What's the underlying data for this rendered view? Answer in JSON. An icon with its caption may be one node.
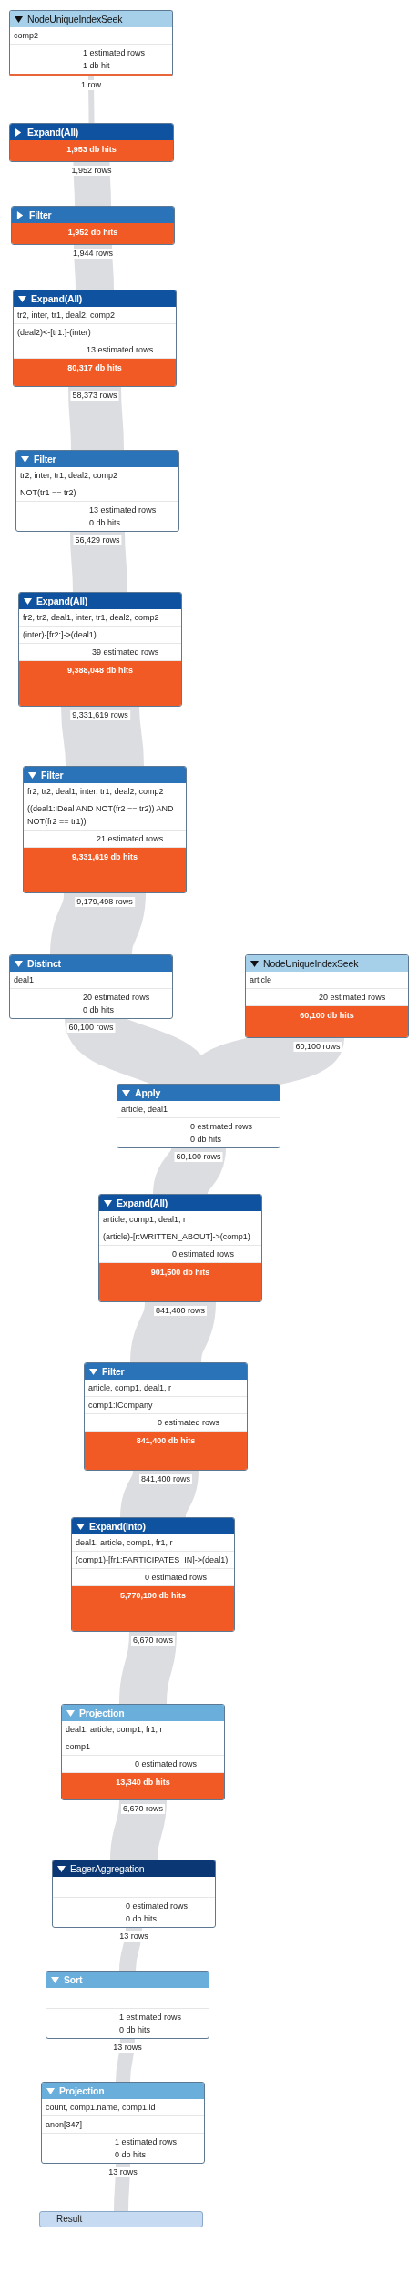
{
  "diagram": {
    "nodes": [
      {
        "text": [
          "NodeUniqueIndexSeek",
          "comp2",
          "1 estimated rows",
          "1 db hit"
        ]
      },
      {
        "text": [
          "Expand(All)",
          "1,953 db hits"
        ]
      },
      {
        "text": [
          "Filter",
          "1,952 db hits"
        ]
      },
      {
        "text": [
          "Expand(All)",
          "tr2, inter, tr1, deal2, comp2",
          "(deal2)<-[tr1:]-(inter)",
          "13 estimated rows",
          "80,317 db hits"
        ]
      },
      {
        "text": [
          "Filter",
          "tr2, inter, tr1, deal2, comp2",
          "NOT(tr1 == tr2)",
          "13 estimated rows",
          "0 db hits"
        ]
      },
      {
        "text": [
          "Expand(All)",
          "fr2, tr2, deal1, inter, tr1, deal2, comp2",
          "(inter)-[fr2:]->(deal1)",
          "39 estimated rows",
          "9,388,048 db hits"
        ]
      },
      {
        "text": [
          "Filter",
          "fr2, tr2, deal1, inter, tr1, deal2, comp2",
          "((deal1:IDeal AND NOT(fr2 == tr2)) AND NOT(fr2 == tr1))",
          "21 estimated rows",
          "9,331,619 db hits"
        ]
      },
      {
        "text": [
          "Distinct",
          "deal1",
          "20 estimated rows",
          "0 db hits"
        ]
      },
      {
        "text": [
          "NodeUniqueIndexSeek",
          "article",
          "20 estimated rows",
          "60,100 db hits"
        ]
      },
      {
        "text": [
          "Apply",
          "article, deal1",
          "0 estimated rows",
          "0 db hits"
        ]
      },
      {
        "text": [
          "Expand(All)",
          "article, comp1, deal1, r",
          "(article)-[r:WRITTEN_ABOUT]->(comp1)",
          "0 estimated rows",
          "901,500 db hits"
        ]
      },
      {
        "text": [
          "Filter",
          "article, comp1, deal1, r",
          "comp1:ICompany",
          "0 estimated rows",
          "841,400 db hits"
        ]
      },
      {
        "text": [
          "Expand(Into)",
          "deal1, article, comp1, fr1, r",
          "(comp1)-[fr1:PARTICIPATES_IN]->(deal1)",
          "0 estimated rows",
          "5,770,100 db hits"
        ]
      },
      {
        "text": [
          "Projection",
          "deal1, article, comp1, fr1, r",
          "comp1",
          "0 estimated rows",
          "13,340 db hits"
        ]
      },
      {
        "text": [
          "EagerAggregation",
          "0 estimated rows",
          "0 db hits"
        ]
      },
      {
        "text": [
          "Sort",
          "1 estimated rows",
          "0 db hits"
        ]
      },
      {
        "text": [
          "Projection",
          "count, comp1.name, comp1.id",
          "anon[347]",
          "1 estimated rows",
          "0 db hits"
        ]
      },
      {
        "text": [
          "Result"
        ]
      }
    ],
    "edges": [
      {
        "from": 0,
        "to": 1,
        "arrow": "none",
        "label": "1 row"
      },
      {
        "from": 1,
        "to": 2,
        "arrow": "none",
        "label": "1,952 rows"
      },
      {
        "from": 2,
        "to": 3,
        "arrow": "none",
        "label": "1,944 rows"
      },
      {
        "from": 3,
        "to": 4,
        "arrow": "none",
        "label": "58,373 rows"
      },
      {
        "from": 4,
        "to": 5,
        "arrow": "none",
        "label": "56,429 rows"
      },
      {
        "from": 5,
        "to": 6,
        "arrow": "none",
        "label": "9,331,619 rows"
      },
      {
        "from": 6,
        "to": 7,
        "arrow": "none",
        "label": "9,179,498 rows"
      },
      {
        "from": 7,
        "to": 9,
        "arrow": "none",
        "label": "60,100 rows"
      },
      {
        "from": 8,
        "to": 9,
        "arrow": "none",
        "label": "60,100 rows"
      },
      {
        "from": 9,
        "to": 10,
        "arrow": "none",
        "label": "60,100 rows"
      },
      {
        "from": 10,
        "to": 11,
        "arrow": "none",
        "label": "841,400 rows"
      },
      {
        "from": 11,
        "to": 12,
        "arrow": "none",
        "label": "841,400 rows"
      },
      {
        "from": 12,
        "to": 13,
        "arrow": "none",
        "label": "6,670 rows"
      },
      {
        "from": 13,
        "to": 14,
        "arrow": "none",
        "label": "6,670 rows"
      },
      {
        "from": 14,
        "to": 15,
        "arrow": "none",
        "label": "13 rows"
      },
      {
        "from": 15,
        "to": 16,
        "arrow": "none",
        "label": "13 rows"
      },
      {
        "from": 16,
        "to": 17,
        "arrow": "none",
        "label": "13 rows"
      }
    ]
  }
}
